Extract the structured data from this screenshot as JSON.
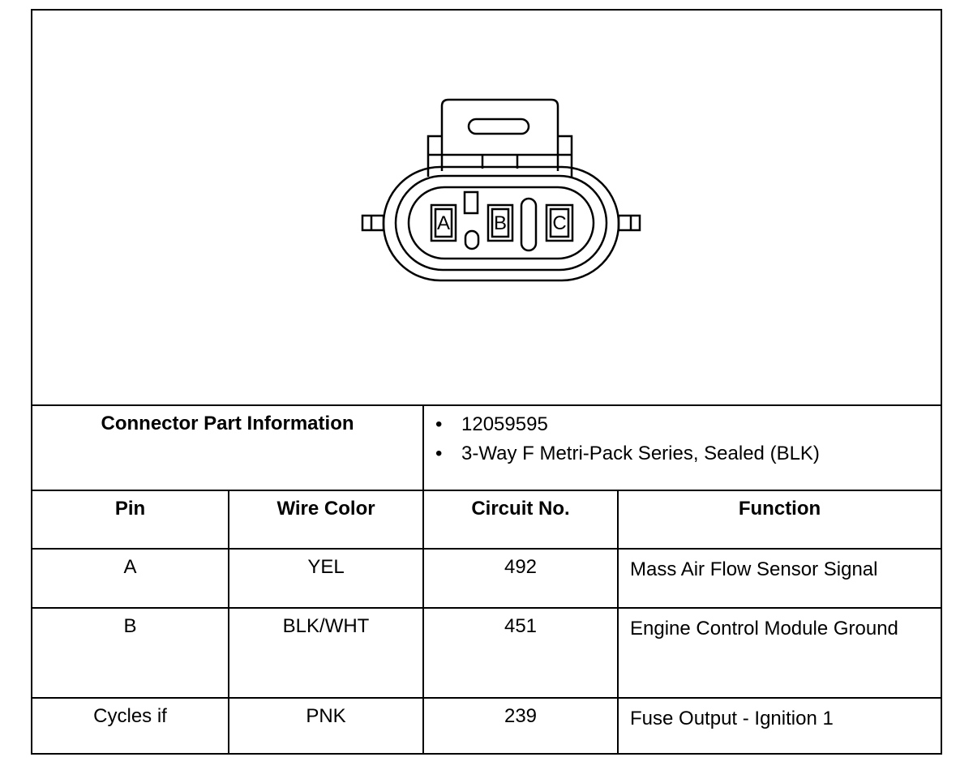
{
  "diagram": {
    "cavity_labels": [
      "A",
      "B",
      "C"
    ]
  },
  "connector_info": {
    "label": "Connector Part Information",
    "items": [
      "12059595",
      "3-Way F Metri-Pack Series, Sealed (BLK)"
    ]
  },
  "table": {
    "headers": {
      "pin": "Pin",
      "wire_color": "Wire Color",
      "circuit_no": "Circuit No.",
      "function": "Function"
    },
    "rows": [
      {
        "pin": "A",
        "wire_color": "YEL",
        "circuit_no": "492",
        "function": "Mass Air Flow Sensor Signal"
      },
      {
        "pin": "B",
        "wire_color": "BLK/WHT",
        "circuit_no": "451",
        "function": "Engine Control Module Ground"
      },
      {
        "pin": "Cycles if",
        "wire_color": "PNK",
        "circuit_no": "239",
        "function": "Fuse Output - Ignition 1"
      }
    ]
  }
}
